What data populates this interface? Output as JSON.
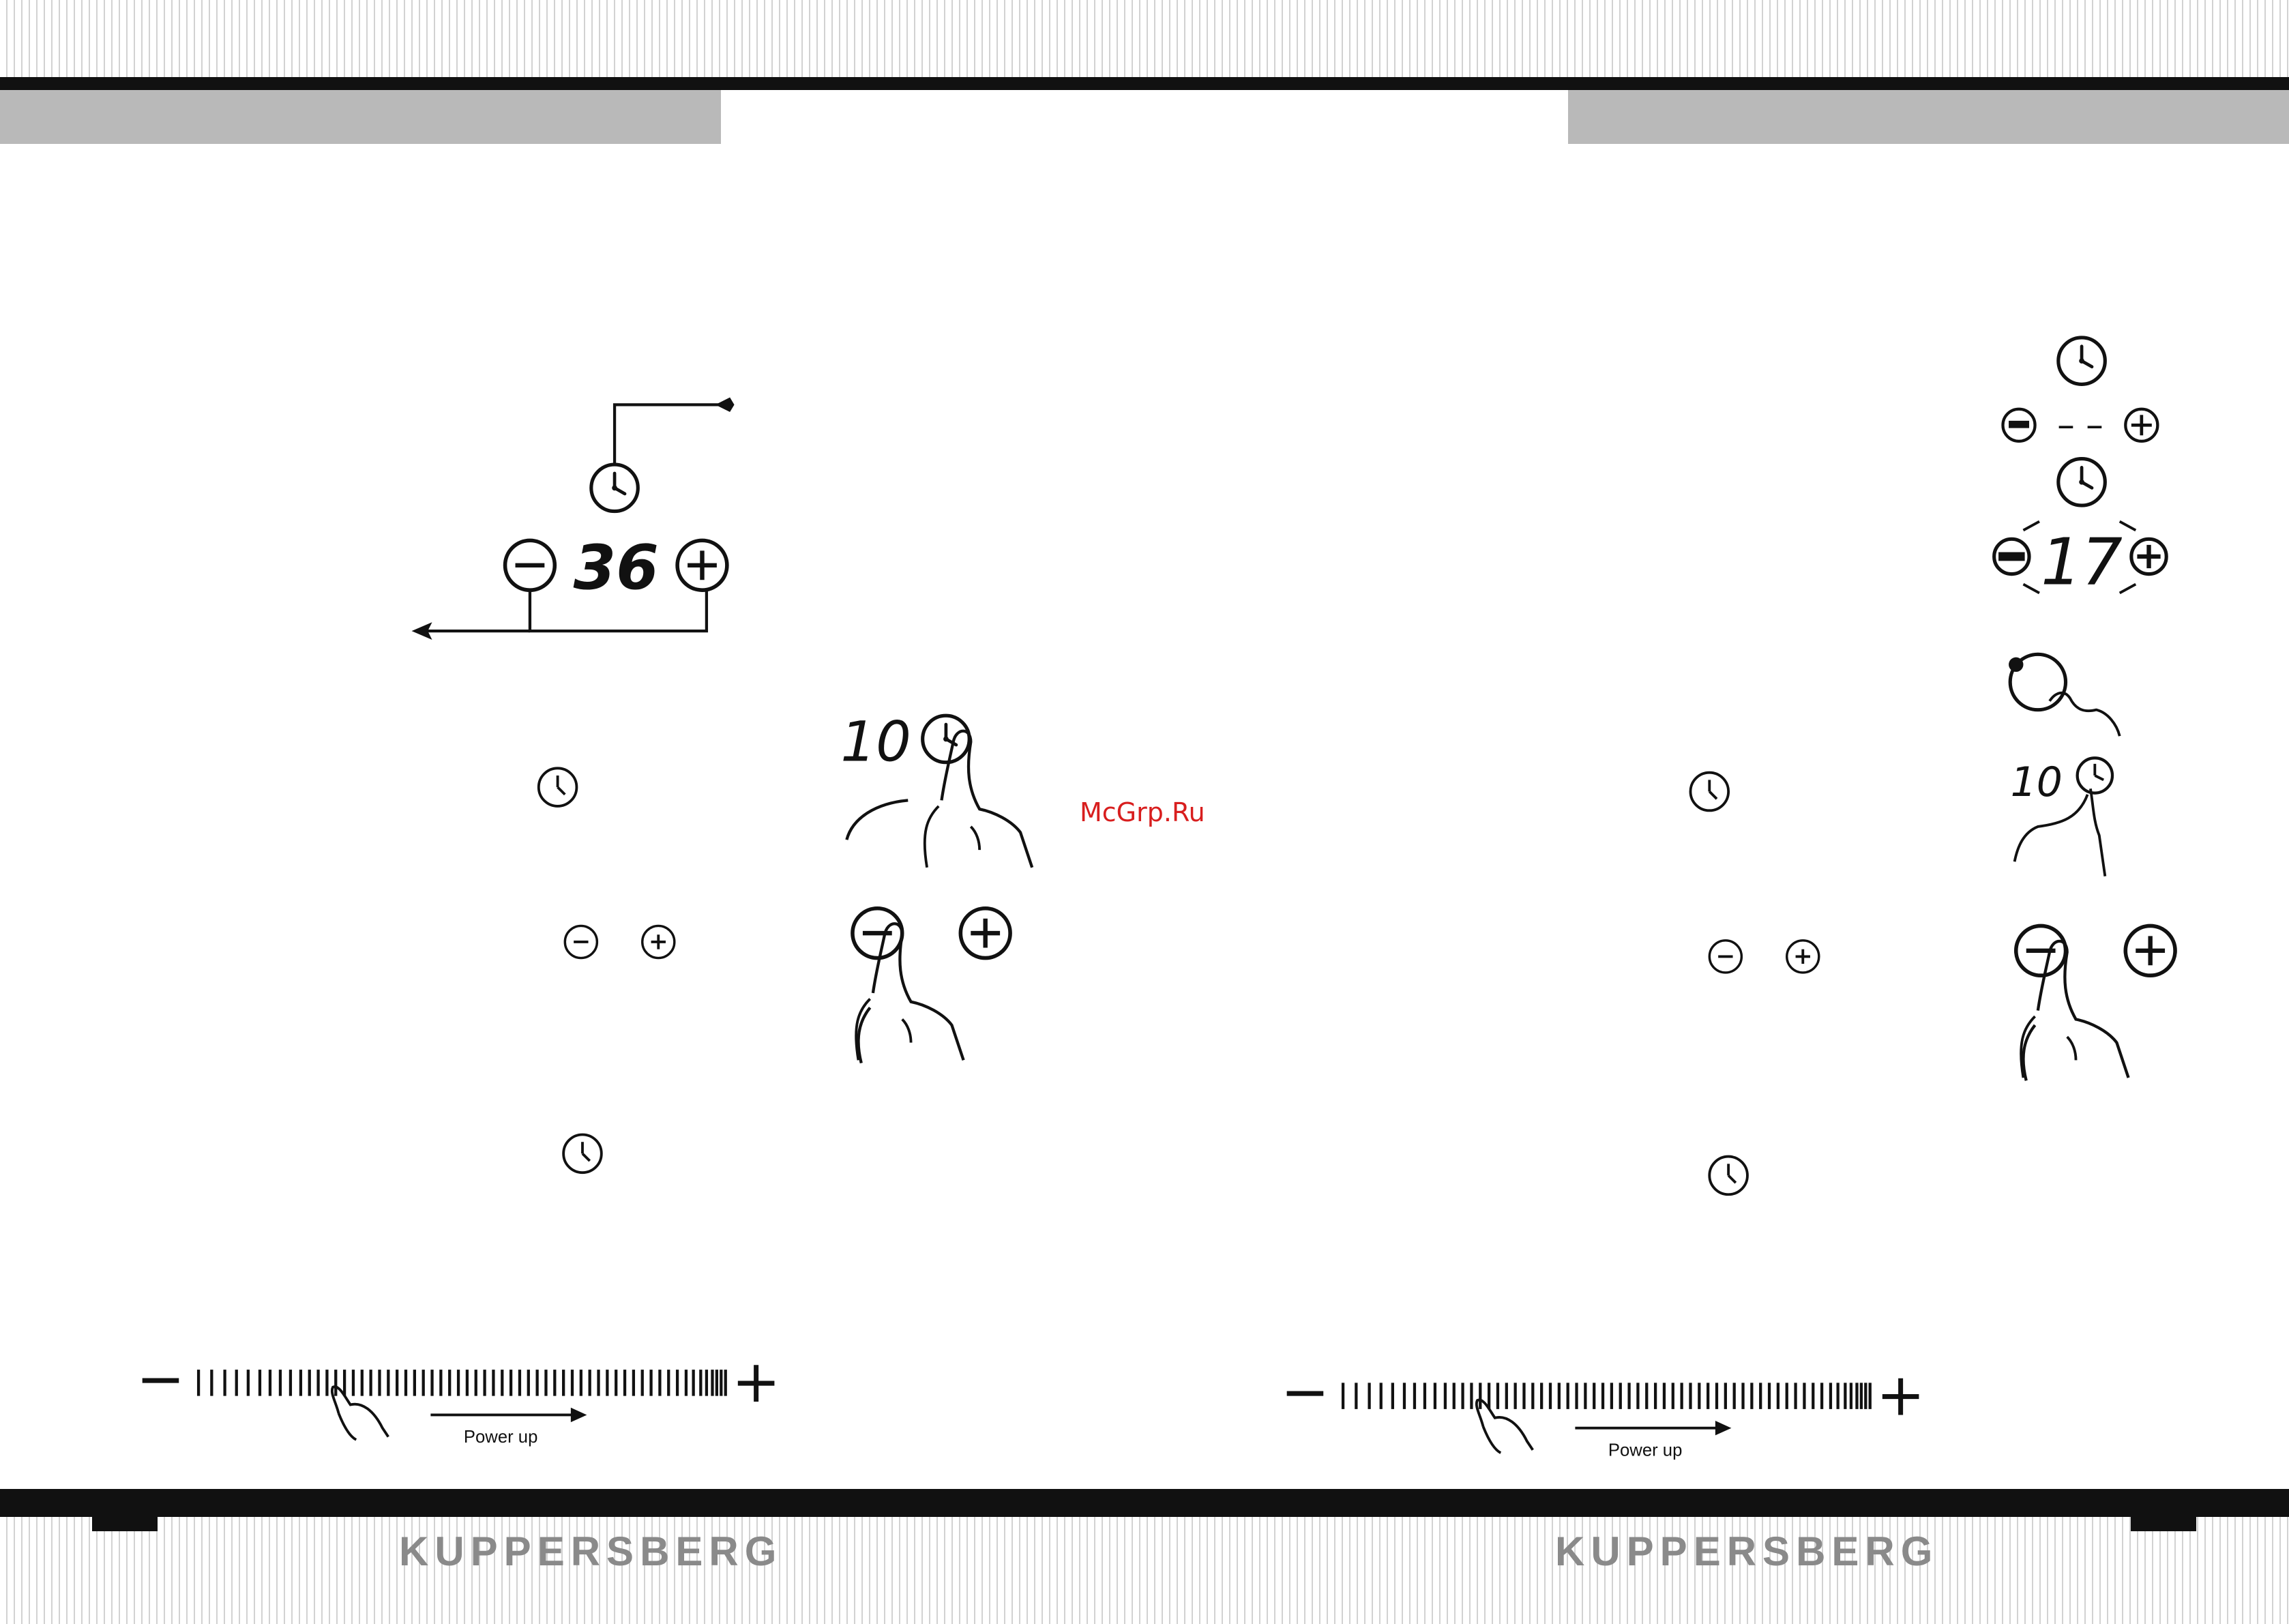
{
  "brand": {
    "left": "KUPPERSBERG",
    "right": "KUPPERSBERG"
  },
  "watermark": "McGrp.Ru",
  "left_panel": {
    "timer_display": "36",
    "touch_display": "10",
    "slider": {
      "minus_symbol": "−",
      "plus_symbol": "+",
      "arrow_label": "Power up"
    }
  },
  "right_panel": {
    "timer_dashes": "– –",
    "blink_display": "17",
    "touch_display": "10",
    "slider": {
      "minus_symbol": "−",
      "plus_symbol": "+",
      "arrow_label": "Power up"
    }
  },
  "icons": [
    "clock-icon",
    "minus-icon",
    "plus-icon",
    "power-icon",
    "hand-pointer-icon",
    "arrow-right-icon",
    "arrow-left-icon",
    "touch-slider-icon"
  ],
  "colors": {
    "header_bar": "#111111",
    "header_grey": "#b9b9b9",
    "brand_text": "#8a8a8a",
    "watermark": "#d81e1e",
    "line_art": "#111111"
  }
}
